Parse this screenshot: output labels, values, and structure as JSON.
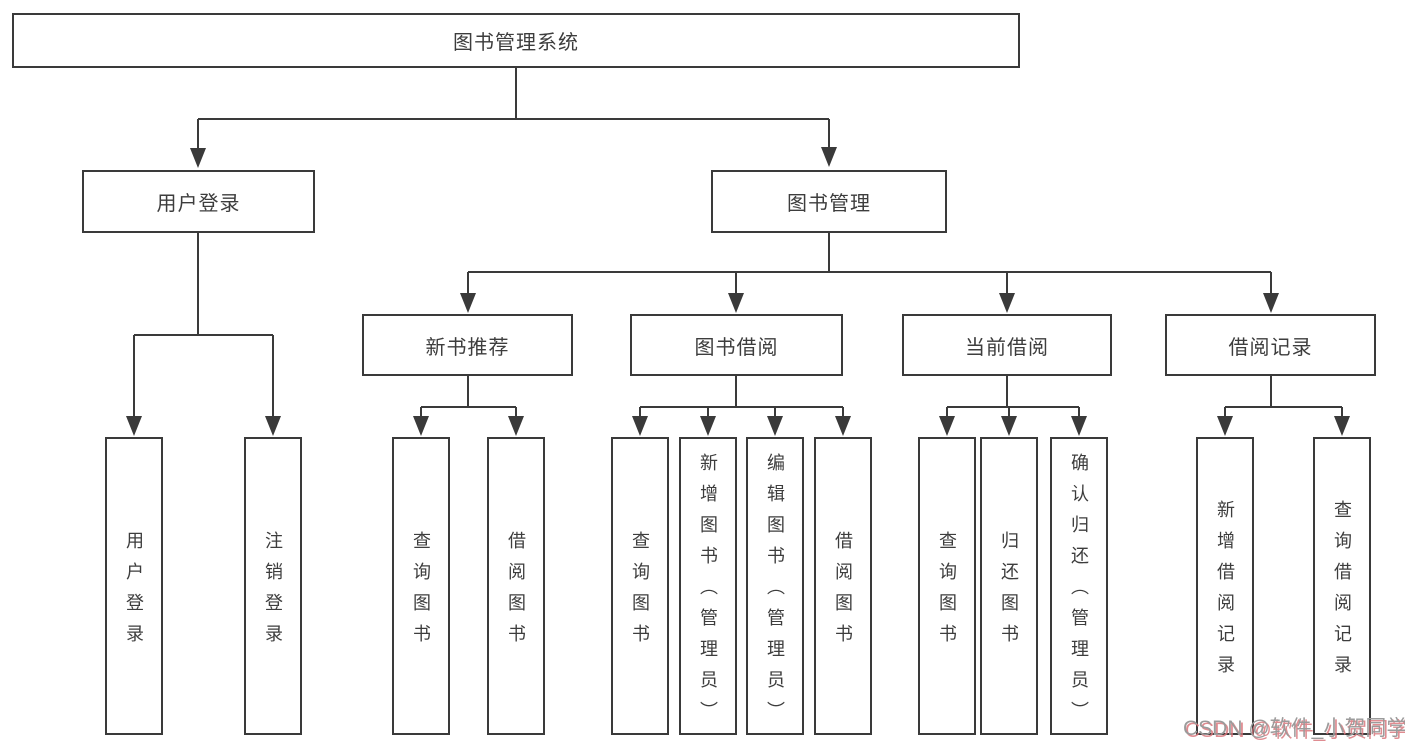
{
  "diagram": {
    "type": "tree",
    "root": {
      "label": "图书管理系统"
    },
    "level2": [
      {
        "label": "用户登录",
        "parent": "图书管理系统"
      },
      {
        "label": "图书管理",
        "parent": "图书管理系统"
      }
    ],
    "level3": [
      {
        "label": "新书推荐",
        "parent": "图书管理"
      },
      {
        "label": "图书借阅",
        "parent": "图书管理"
      },
      {
        "label": "当前借阅",
        "parent": "图书管理"
      },
      {
        "label": "借阅记录",
        "parent": "图书管理"
      }
    ],
    "leaves": [
      {
        "label": "用户登录",
        "parent": "用户登录"
      },
      {
        "label": "注销登录",
        "parent": "用户登录"
      },
      {
        "label": "查询图书",
        "parent": "新书推荐"
      },
      {
        "label": "借阅图书",
        "parent": "新书推荐"
      },
      {
        "label": "查询图书",
        "parent": "图书借阅"
      },
      {
        "label": "新增图书（管理员）",
        "parent": "图书借阅"
      },
      {
        "label": "编辑图书（管理员）",
        "parent": "图书借阅"
      },
      {
        "label": "借阅图书",
        "parent": "图书借阅"
      },
      {
        "label": "查询图书",
        "parent": "当前借阅"
      },
      {
        "label": "归还图书",
        "parent": "当前借阅"
      },
      {
        "label": "确认归还（管理员）",
        "parent": "当前借阅"
      },
      {
        "label": "新增借阅记录",
        "parent": "借阅记录"
      },
      {
        "label": "查询借阅记录",
        "parent": "借阅记录"
      }
    ],
    "colors": {
      "line": "#3a3a3a",
      "text": "#3d3d3d",
      "background": "#ffffff"
    }
  },
  "watermark": {
    "text": "CSDN @软件_小贺同学"
  }
}
